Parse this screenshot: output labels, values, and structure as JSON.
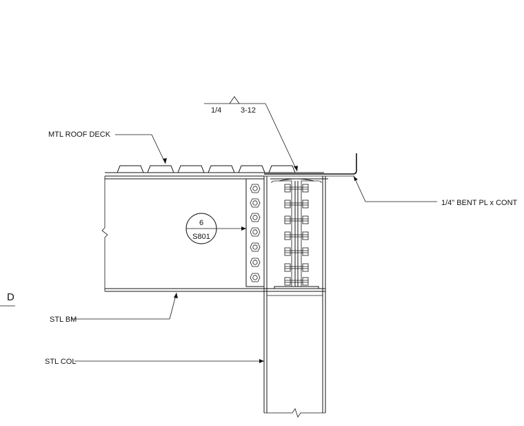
{
  "detail": {
    "labels": {
      "roof_deck": "MTL ROOF DECK",
      "weld_size": "1/4",
      "weld_length": "3-12",
      "bent_plate": "1/4\" BENT PL x CONT",
      "beam": "STL BM",
      "column": "STL COL"
    },
    "grid_line": "D",
    "section_callout": {
      "number": "6",
      "sheet": "S801"
    }
  },
  "colors": {
    "ink": "#111111",
    "paper": "#ffffff"
  }
}
